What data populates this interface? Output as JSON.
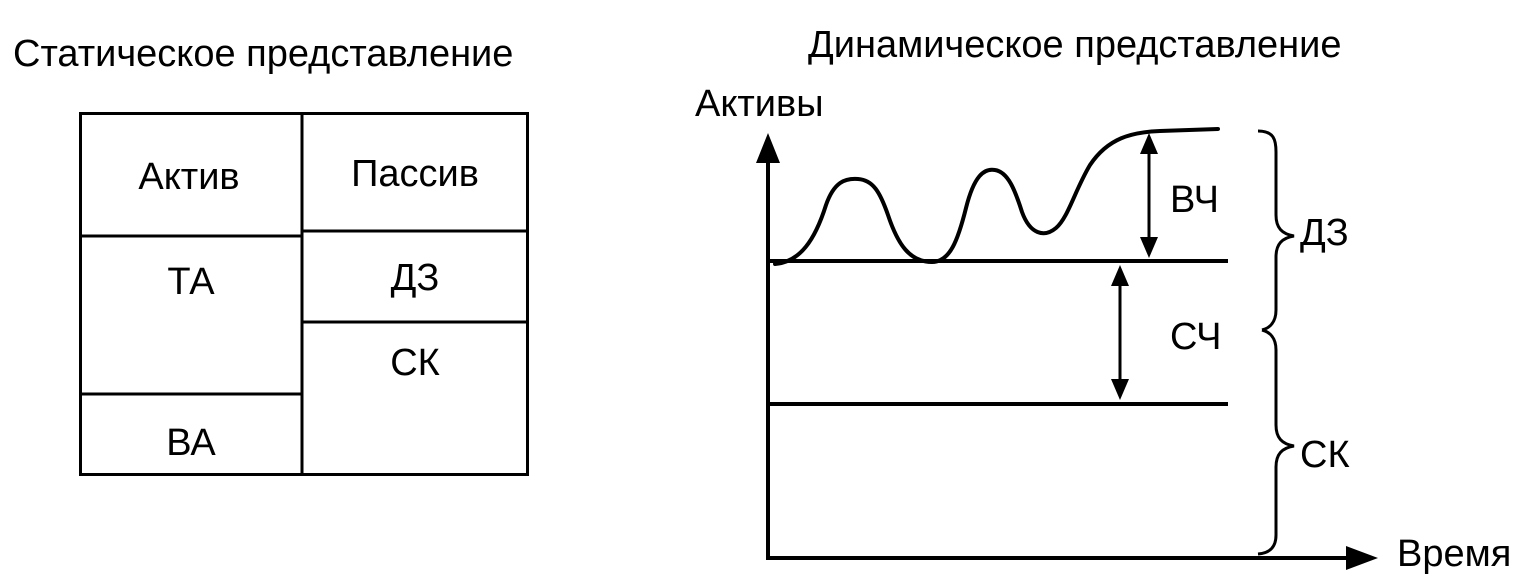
{
  "static": {
    "title": "Статическое представление",
    "table": {
      "header_left": "Актив",
      "header_right": "Пассив",
      "left_top": "ТА",
      "left_bottom": "ВА",
      "right_top": "ДЗ",
      "right_bottom": "СК"
    }
  },
  "dynamic": {
    "title": "Динамическое представление",
    "y_axis_label": "Активы",
    "x_axis_label": "Время",
    "variable_part": "ВЧ",
    "constant_part": "СЧ",
    "brace_upper": "ДЗ",
    "brace_lower": "СК"
  },
  "colors": {
    "ink": "#000000",
    "background": "#ffffff"
  }
}
